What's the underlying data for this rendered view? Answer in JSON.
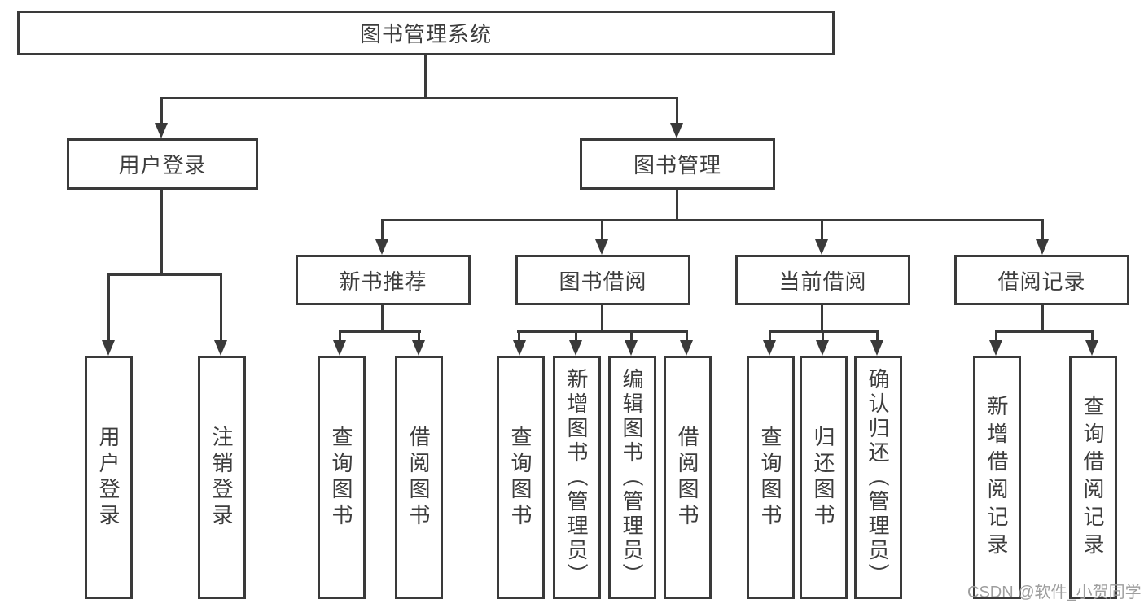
{
  "diagram_title": "图书管理系统",
  "tree": {
    "root": {
      "label": "图书管理系统"
    },
    "branches": [
      {
        "label": "用户登录",
        "children": [
          {
            "label": "用户登录"
          },
          {
            "label": "注销登录"
          }
        ]
      },
      {
        "label": "图书管理",
        "children": [
          {
            "label": "新书推荐",
            "children": [
              {
                "label": "查询图书"
              },
              {
                "label": "借阅图书"
              }
            ]
          },
          {
            "label": "图书借阅",
            "children": [
              {
                "label": "查询图书"
              },
              {
                "label": "新增图书（管理员）"
              },
              {
                "label": "编辑图书（管理员）"
              },
              {
                "label": "借阅图书"
              }
            ]
          },
          {
            "label": "当前借阅",
            "children": [
              {
                "label": "查询图书"
              },
              {
                "label": "归还图书"
              },
              {
                "label": "确认归还（管理员）"
              }
            ]
          },
          {
            "label": "借阅记录",
            "children": [
              {
                "label": "新增借阅记录"
              },
              {
                "label": "查询借阅记录"
              }
            ]
          }
        ]
      }
    ]
  },
  "watermark": {
    "text": "CSDN @软件_小贺同学"
  },
  "colors": {
    "line": "#3a3a3a",
    "box_border": "#3a3a3a",
    "text": "#3d3d3d",
    "watermark": "#9e9e9e",
    "background": "#ffffff"
  }
}
